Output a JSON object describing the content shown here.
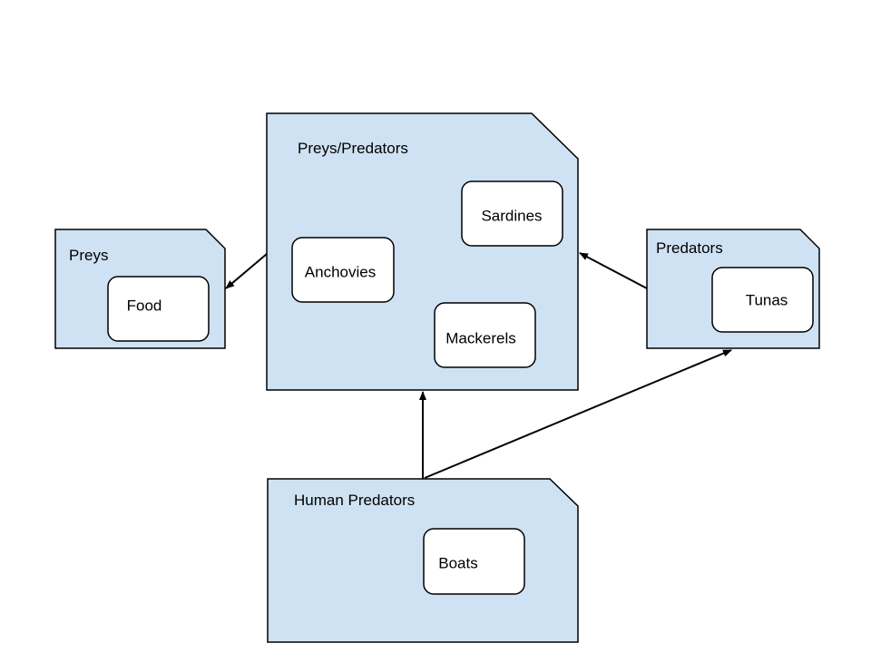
{
  "diagram": {
    "groups": {
      "preys_predators": {
        "title": "Preys/Predators",
        "items": {
          "sardines": "Sardines",
          "anchovies": "Anchovies",
          "mackerels": "Mackerels"
        }
      },
      "preys": {
        "title": "Preys",
        "items": {
          "food": "Food"
        }
      },
      "predators": {
        "title": "Predators",
        "items": {
          "tunas": "Tunas"
        }
      },
      "human_predators": {
        "title": "Human Predators",
        "items": {
          "boats": "Boats"
        }
      }
    },
    "edges": [
      {
        "from": "Preys/Predators",
        "to": "Preys"
      },
      {
        "from": "Predators",
        "to": "Preys/Predators"
      },
      {
        "from": "Human Predators",
        "to": "Preys/Predators"
      },
      {
        "from": "Human Predators",
        "to": "Predators"
      }
    ],
    "colors": {
      "group_fill": "#cfe2f3",
      "item_fill": "#ffffff",
      "stroke": "#000000"
    }
  }
}
